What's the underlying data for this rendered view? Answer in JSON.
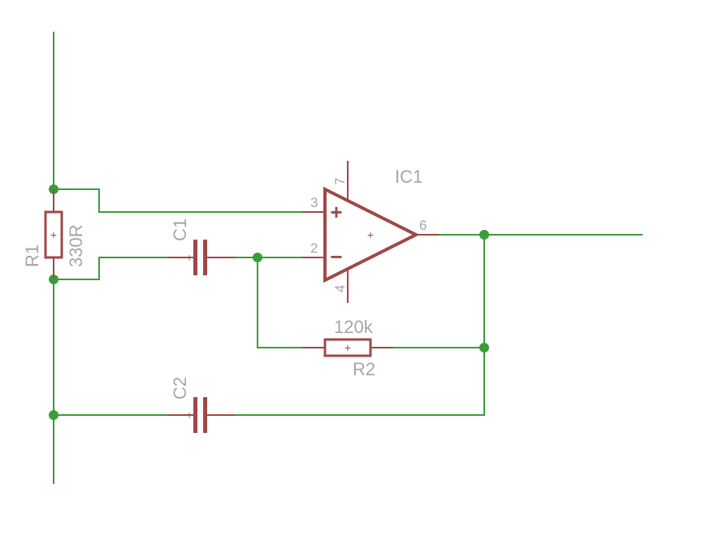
{
  "schematic": {
    "colors": {
      "wire": "#3c9c3c",
      "component": "#a04848",
      "label": "#a6a6a6",
      "junction": "#3c9c3c",
      "background": "#ffffff"
    },
    "ic1": {
      "name": "IC1",
      "symbol": "op-amp",
      "pins": {
        "non_inverting": "3",
        "inverting": "2",
        "output": "6",
        "supply_pos": "7",
        "supply_neg": "4"
      },
      "plus_sign": "+",
      "minus_sign": "−",
      "center_mark": "+"
    },
    "r1": {
      "name": "R1",
      "value": "330R"
    },
    "r2": {
      "name": "R2",
      "value": "120k"
    },
    "c1": {
      "name": "C1"
    },
    "c2": {
      "name": "C2"
    },
    "origin_mark": "+"
  }
}
